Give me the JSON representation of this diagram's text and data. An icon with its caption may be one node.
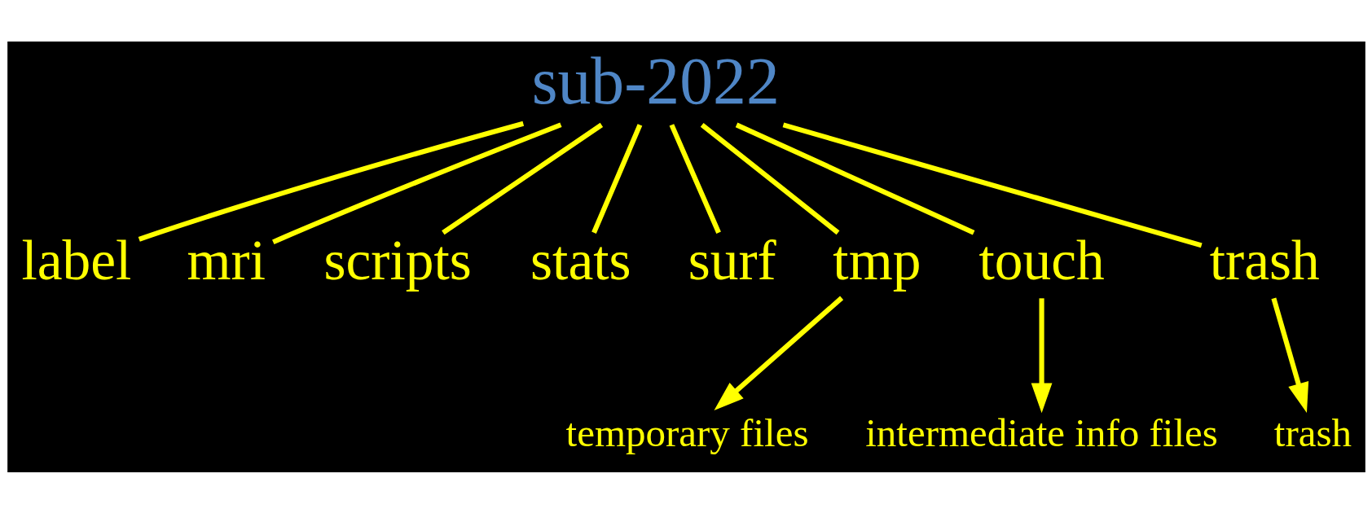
{
  "diagram": {
    "nodes": [
      {
        "text": [
          "sub-2022"
        ]
      },
      {
        "text": [
          "label"
        ]
      },
      {
        "text": [
          "mri"
        ]
      },
      {
        "text": [
          "scripts"
        ]
      },
      {
        "text": [
          "stats"
        ]
      },
      {
        "text": [
          "surf"
        ]
      },
      {
        "text": [
          "tmp"
        ]
      },
      {
        "text": [
          "touch"
        ]
      },
      {
        "text": [
          "trash"
        ]
      },
      {
        "text": [
          "temporary files"
        ]
      },
      {
        "text": [
          "intermediate info files"
        ]
      },
      {
        "text": [
          "trash"
        ]
      }
    ],
    "edges": [
      {
        "from": 0,
        "to": 1,
        "arrow": "none"
      },
      {
        "from": 0,
        "to": 2,
        "arrow": "none"
      },
      {
        "from": 0,
        "to": 3,
        "arrow": "none"
      },
      {
        "from": 0,
        "to": 4,
        "arrow": "none"
      },
      {
        "from": 0,
        "to": 5,
        "arrow": "none"
      },
      {
        "from": 0,
        "to": 6,
        "arrow": "none"
      },
      {
        "from": 0,
        "to": 7,
        "arrow": "none"
      },
      {
        "from": 0,
        "to": 8,
        "arrow": "none"
      },
      {
        "from": 6,
        "to": 9,
        "arrow": "to"
      },
      {
        "from": 7,
        "to": 10,
        "arrow": "to"
      },
      {
        "from": 8,
        "to": 11,
        "arrow": "to"
      }
    ]
  }
}
